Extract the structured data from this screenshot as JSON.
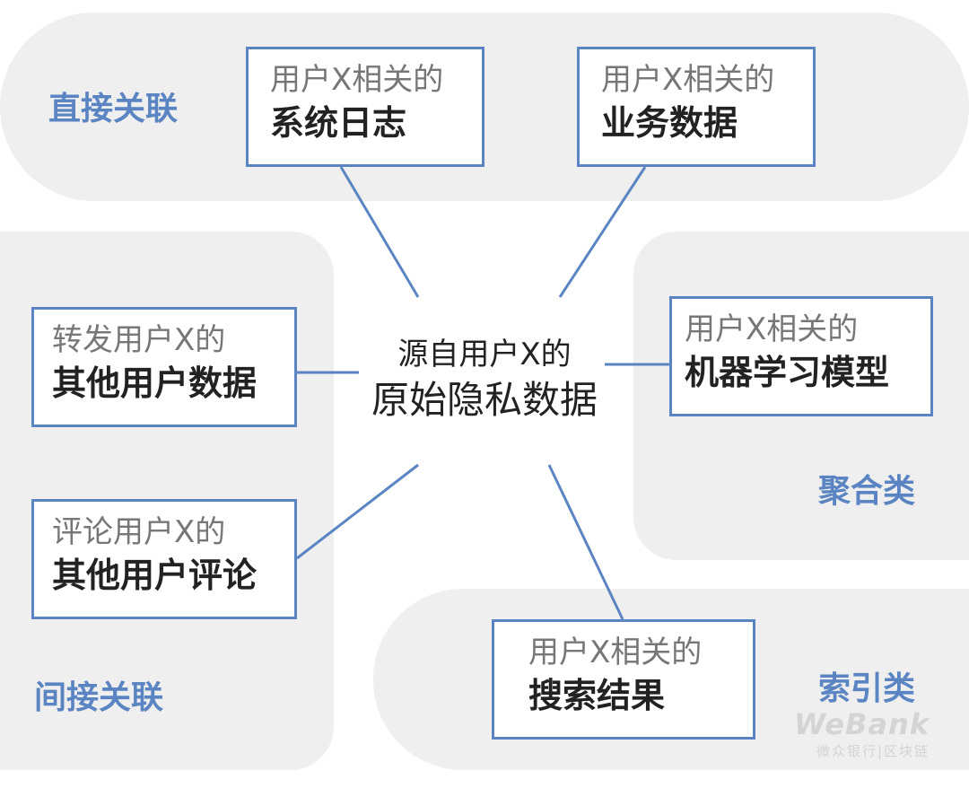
{
  "groups": {
    "direct": "直接关联",
    "indirect": "间接关联",
    "aggregate": "聚合类",
    "index": "索引类"
  },
  "center": {
    "line1": "源自用户X的",
    "line2": "原始隐私数据"
  },
  "nodes": {
    "system_logs": {
      "sub": "用户X相关的",
      "main": "系统日志"
    },
    "business_data": {
      "sub": "用户X相关的",
      "main": "业务数据"
    },
    "forwarded_data": {
      "sub": "转发用户X的",
      "main": "其他用户数据"
    },
    "comments": {
      "sub": "评论用户X的",
      "main": "其他用户评论"
    },
    "ml_models": {
      "sub": "用户X相关的",
      "main": "机器学习模型"
    },
    "search_results": {
      "sub": "用户X相关的",
      "main": "搜索结果"
    }
  },
  "watermark": {
    "brand": "WeBank",
    "tag": "微众银行|区块链"
  },
  "colors": {
    "accent": "#5b85c2",
    "region_bg": "#efefef"
  }
}
